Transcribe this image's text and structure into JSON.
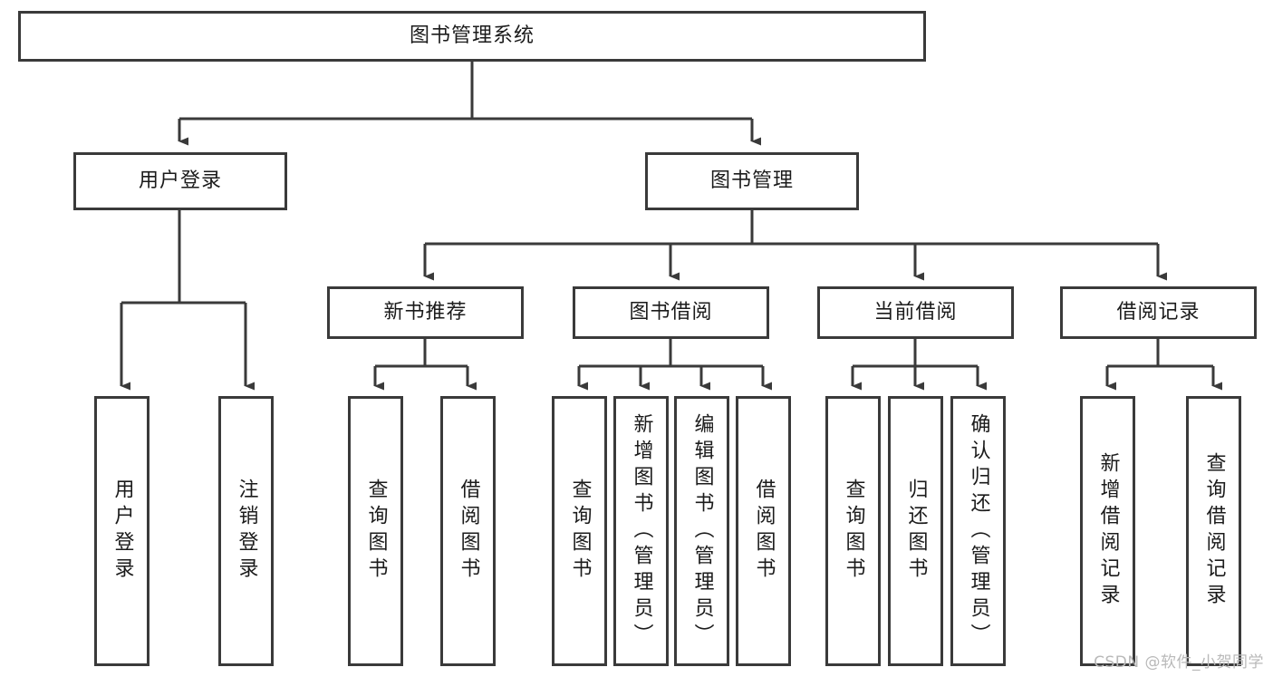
{
  "diagram": {
    "title": "图书管理系统",
    "type": "tree-hierarchy",
    "root": {
      "id": "root",
      "label": "图书管理系统"
    },
    "level2": [
      {
        "id": "user-login",
        "label": "用户登录"
      },
      {
        "id": "book-management",
        "label": "图书管理"
      }
    ],
    "level3": [
      {
        "id": "new-book-recommend",
        "label": "新书推荐"
      },
      {
        "id": "book-borrow",
        "label": "图书借阅"
      },
      {
        "id": "current-borrow",
        "label": "当前借阅"
      },
      {
        "id": "borrow-record",
        "label": "借阅记录"
      }
    ],
    "leaves": {
      "user_login": [
        {
          "id": "leaf-user-login",
          "label": "用户登录"
        },
        {
          "id": "leaf-logout-login",
          "label": "注销登录"
        }
      ],
      "new_book_recommend": [
        {
          "id": "leaf-query-book-1",
          "label": "查询图书"
        },
        {
          "id": "leaf-borrow-book-1",
          "label": "借阅图书"
        }
      ],
      "book_borrow": [
        {
          "id": "leaf-query-book-2",
          "label": "查询图书"
        },
        {
          "id": "leaf-add-book",
          "label": "新增图书（管理员）"
        },
        {
          "id": "leaf-edit-book",
          "label": "编辑图书（管理员）"
        },
        {
          "id": "leaf-borrow-book-2",
          "label": "借阅图书"
        }
      ],
      "current_borrow": [
        {
          "id": "leaf-query-book-3",
          "label": "查询图书"
        },
        {
          "id": "leaf-return-book",
          "label": "归还图书"
        },
        {
          "id": "leaf-confirm-return",
          "label": "确认归还（管理员）"
        }
      ],
      "borrow_record": [
        {
          "id": "leaf-add-record",
          "label": "新增借阅记录"
        },
        {
          "id": "leaf-query-record",
          "label": "查询借阅记录"
        }
      ]
    },
    "colors": {
      "stroke": "#3a3a3a",
      "fill": "#ffffff",
      "text": "#1b1b1b",
      "watermark": "#b9b9b9"
    }
  },
  "watermark": {
    "text": "CSDN @软件_小贺同学"
  }
}
